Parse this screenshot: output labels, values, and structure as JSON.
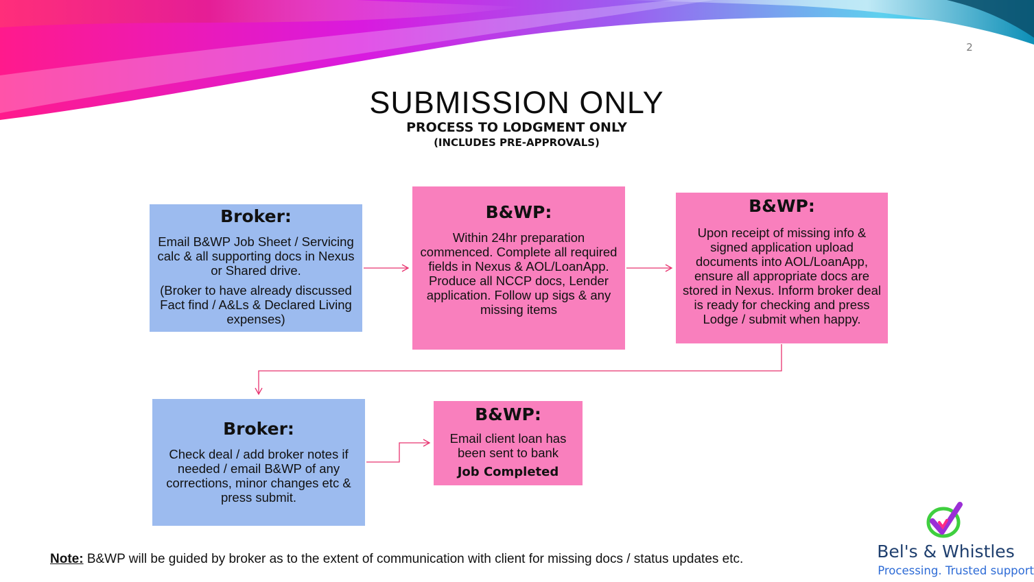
{
  "page_number": "2",
  "title": "SUBMISSION ONLY",
  "subtitle": "PROCESS TO LODGMENT ONLY",
  "subnote": "(INCLUDES PRE-APPROVALS)",
  "steps": [
    {
      "role": "Broker:",
      "lines": [
        "Email B&WP Job Sheet / Servicing calc & all supporting docs in Nexus or Shared drive."
      ],
      "extra": "(Broker to have already discussed Fact find  / A&Ls & Declared Living expenses)"
    },
    {
      "role": "B&WP:",
      "text": "Within 24hr preparation commenced. Complete all required fields in Nexus & AOL/LoanApp. Produce all NCCP docs, Lender application. Follow up sigs & any missing items"
    },
    {
      "role": "B&WP:",
      "text": "Upon receipt of missing info & signed application upload documents into AOL/LoanApp, ensure all appropriate docs are stored in Nexus.  Inform broker deal is ready for checking and press Lodge / submit when happy."
    },
    {
      "role": "Broker:",
      "text": "Check deal / add broker notes if needed / email B&WP of any corrections, minor changes etc & press submit."
    },
    {
      "role": "B&WP:",
      "text": "Email client loan has been sent to bank",
      "status": "Job Completed"
    }
  ],
  "note": {
    "label": "Note:",
    "text": " B&WP will be guided by broker as to the extent of communication with client for missing docs / status updates etc."
  },
  "logo": {
    "name": "Bel's & Whistles",
    "tagline": "Processing. Trusted support"
  },
  "colors": {
    "broker_box": "#9cbbef",
    "bwp_box": "#f97fbd",
    "connector": "#e8336f",
    "logo_name": "#1f3f6e",
    "logo_tagline": "#2d6bd6"
  }
}
